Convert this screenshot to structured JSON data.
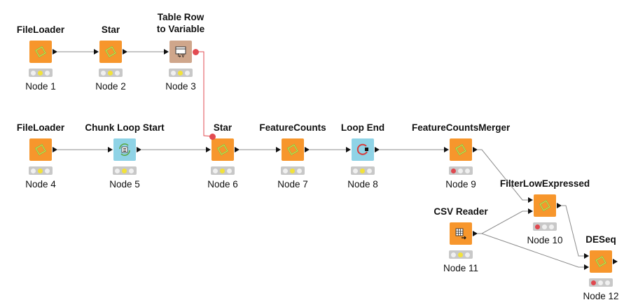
{
  "colors": {
    "node_orange": "#f7962c",
    "node_tan": "#cfa68b",
    "node_cyan": "#8fd3e6",
    "edge": "#8c8c8c",
    "var_edge": "#e24b51",
    "status_red": "#e0484f",
    "status_yellow": "#f2e23a"
  },
  "nodes": [
    {
      "id": "node1",
      "title": "FileLoader",
      "label": "Node 1",
      "status": "yellow",
      "icon": "diamond-icon",
      "color": "orange"
    },
    {
      "id": "node2",
      "title": "Star",
      "label": "Node 2",
      "status": "yellow",
      "icon": "diamond-icon",
      "color": "orange"
    },
    {
      "id": "node3",
      "title": "Table Row\nto Variable",
      "label": "Node 3",
      "status": "yellow",
      "icon": "table-variable-icon",
      "color": "tan"
    },
    {
      "id": "node4",
      "title": "FileLoader",
      "label": "Node 4",
      "status": "yellow",
      "icon": "diamond-icon",
      "color": "orange"
    },
    {
      "id": "node5",
      "title": "Chunk Loop Start",
      "label": "Node 5",
      "status": "yellow",
      "icon": "loop-start-icon",
      "color": "cyan"
    },
    {
      "id": "node6",
      "title": "Star",
      "label": "Node 6",
      "status": "yellow",
      "icon": "diamond-icon",
      "color": "orange"
    },
    {
      "id": "node7",
      "title": "FeatureCounts",
      "label": "Node 7",
      "status": "yellow",
      "icon": "diamond-icon",
      "color": "orange"
    },
    {
      "id": "node8",
      "title": "Loop End",
      "label": "Node 8",
      "status": "yellow",
      "icon": "loop-end-icon",
      "color": "cyan"
    },
    {
      "id": "node9",
      "title": "FeatureCountsMerger",
      "label": "Node 9",
      "status": "red",
      "icon": "diamond-icon",
      "color": "orange"
    },
    {
      "id": "node10",
      "title": "FilterLowExpressed",
      "label": "Node 10",
      "status": "red",
      "icon": "diamond-icon",
      "color": "orange"
    },
    {
      "id": "node11",
      "title": "CSV Reader",
      "label": "Node 11",
      "status": "yellow",
      "icon": "csv-reader-icon",
      "color": "orange"
    },
    {
      "id": "node12",
      "title": "DESeq",
      "label": "Node 12",
      "status": "red",
      "icon": "diamond-icon",
      "color": "orange"
    }
  ],
  "edges": [
    {
      "from": "node1",
      "to": "node2",
      "type": "data"
    },
    {
      "from": "node2",
      "to": "node3",
      "type": "data"
    },
    {
      "from": "node3",
      "to": "node6",
      "type": "variable"
    },
    {
      "from": "node4",
      "to": "node5",
      "type": "data"
    },
    {
      "from": "node5",
      "to": "node6",
      "type": "data"
    },
    {
      "from": "node6",
      "to": "node7",
      "type": "data"
    },
    {
      "from": "node7",
      "to": "node8",
      "type": "data"
    },
    {
      "from": "node8",
      "to": "node9",
      "type": "data"
    },
    {
      "from": "node9",
      "to": "node10",
      "type": "data",
      "in_port": 1
    },
    {
      "from": "node11",
      "to": "node10",
      "type": "data",
      "in_port": 2
    },
    {
      "from": "node10",
      "to": "node12",
      "type": "data",
      "in_port": 1
    },
    {
      "from": "node11",
      "to": "node12",
      "type": "data",
      "in_port": 2
    }
  ]
}
